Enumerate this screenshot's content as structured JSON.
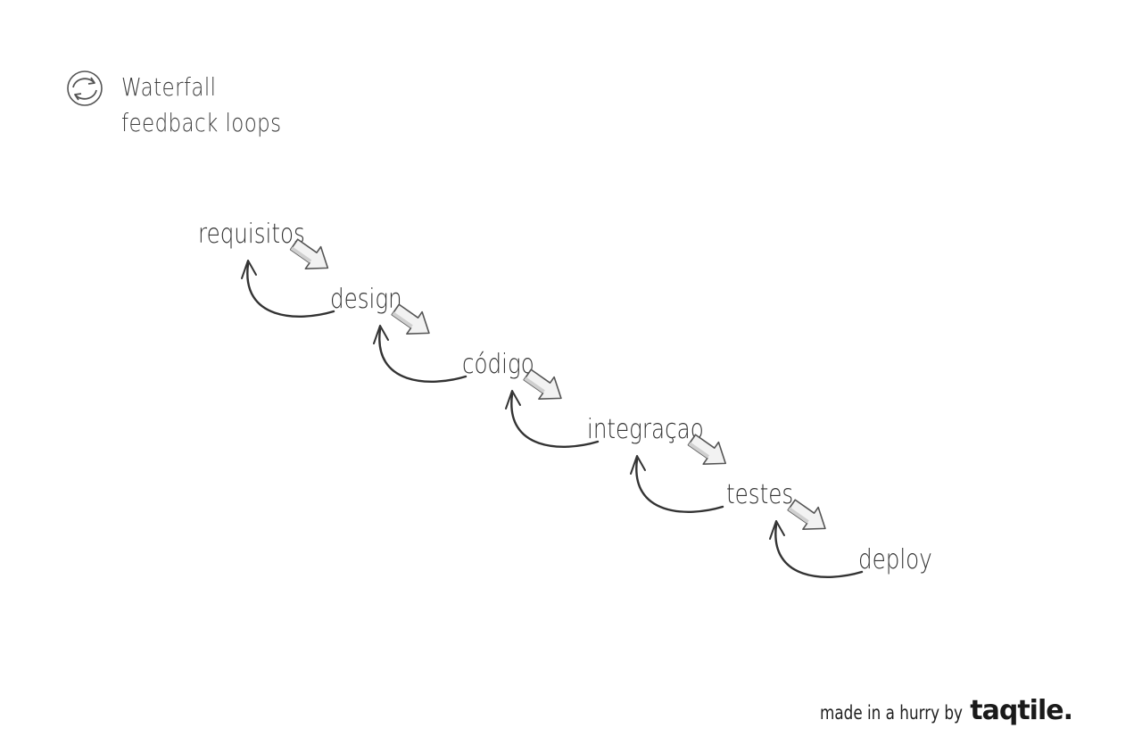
{
  "header": {
    "icon": "refresh-loop-icon",
    "title_line1": "Waterfall",
    "title_line2": "feedback loops"
  },
  "stages": [
    {
      "label": "requisitos"
    },
    {
      "label": "design"
    },
    {
      "label": "código"
    },
    {
      "label": "integraçao"
    },
    {
      "label": "testes"
    },
    {
      "label": "deploy"
    }
  ],
  "footer": {
    "text": "made in a hurry by",
    "brand": "taqtile."
  },
  "colors": {
    "ink": "#333333",
    "arrow_fill": "#f2f2f2",
    "arrow_stroke": "#555555"
  }
}
